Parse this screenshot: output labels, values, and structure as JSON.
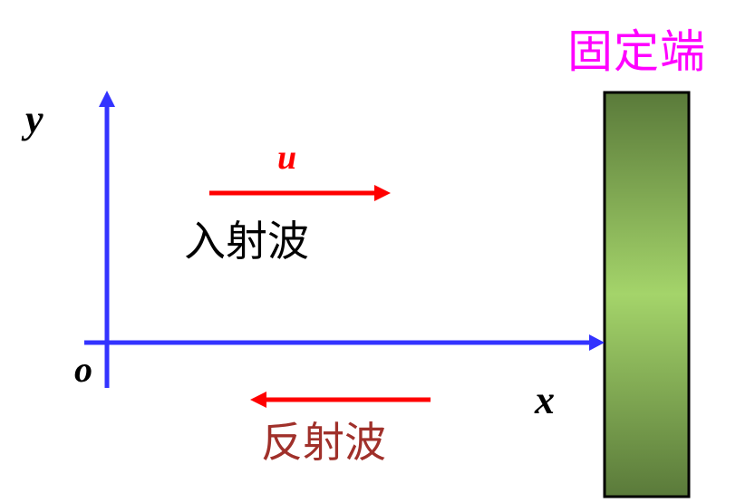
{
  "diagram": {
    "title": "Wave reflection at a fixed end",
    "labels": {
      "fixed_end": "固定端",
      "y_axis": "y",
      "x_axis": "x",
      "origin": "o",
      "velocity": "u",
      "incident_wave": "入射波",
      "reflected_wave": "反射波"
    },
    "colors": {
      "axes": "#3333ff",
      "arrows": "#ff0000",
      "fixed_end_label": "#ff00ff",
      "reflected_label": "#a0302a",
      "incident_label": "#000000",
      "wall_dark": "#5a7a3a",
      "wall_light": "#a4d46a",
      "wall_border": "#000000"
    },
    "elements": {
      "y_axis_arrow": "arrow-up",
      "x_axis_arrow": "arrow-right",
      "incident_arrow": "arrow-right",
      "reflected_arrow": "arrow-left",
      "wall": "fixed-boundary-rectangle"
    }
  }
}
